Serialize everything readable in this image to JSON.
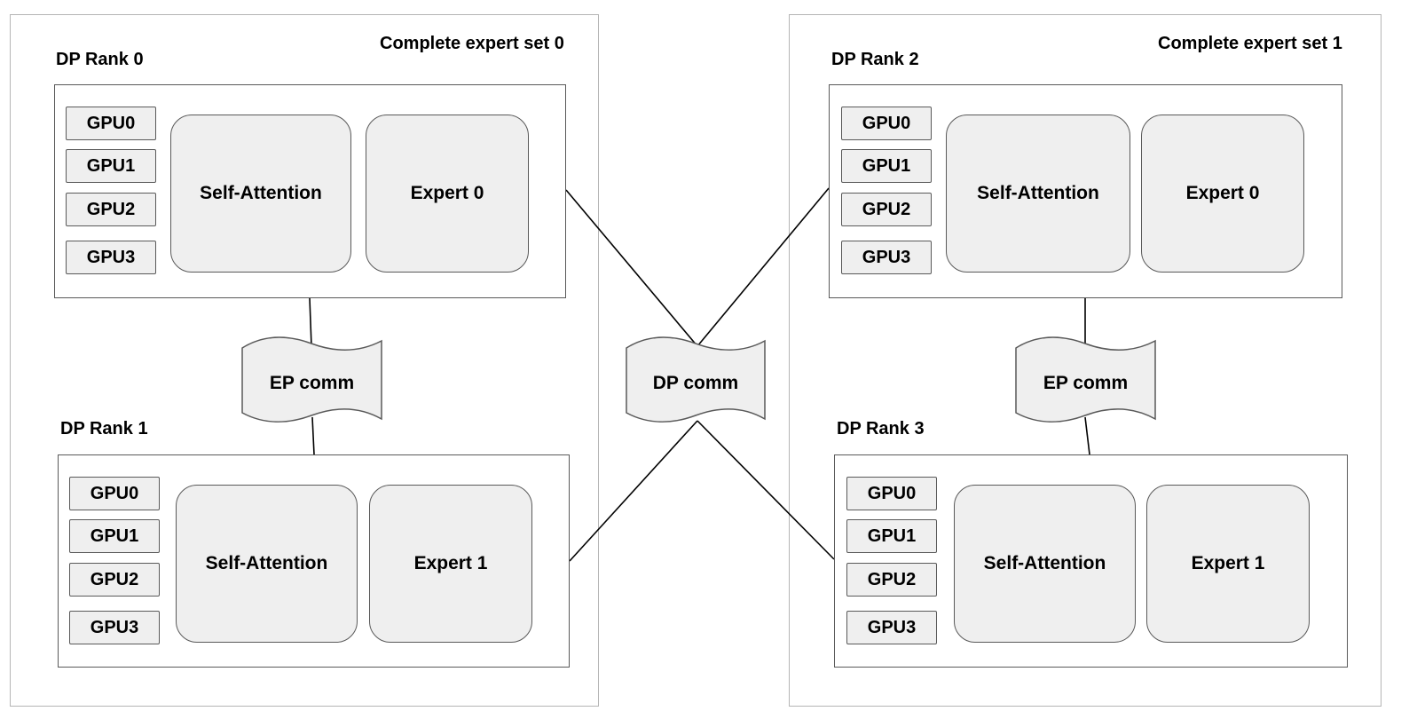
{
  "sets": [
    {
      "label": "Complete expert set 0",
      "ranks": [
        {
          "label": "DP Rank 0",
          "gpus": [
            "GPU0",
            "GPU1",
            "GPU2",
            "GPU3"
          ],
          "attention": "Self-Attention",
          "expert": "Expert 0"
        },
        {
          "label": "DP Rank 1",
          "gpus": [
            "GPU0",
            "GPU1",
            "GPU2",
            "GPU3"
          ],
          "attention": "Self-Attention",
          "expert": "Expert 1"
        }
      ],
      "ep_comm": "EP comm"
    },
    {
      "label": "Complete expert set 1",
      "ranks": [
        {
          "label": "DP Rank 2",
          "gpus": [
            "GPU0",
            "GPU1",
            "GPU2",
            "GPU3"
          ],
          "attention": "Self-Attention",
          "expert": "Expert 0"
        },
        {
          "label": "DP Rank 3",
          "gpus": [
            "GPU0",
            "GPU1",
            "GPU2",
            "GPU3"
          ],
          "attention": "Self-Attention",
          "expert": "Expert 1"
        }
      ],
      "ep_comm": "EP comm"
    }
  ],
  "dp_comm": "DP comm"
}
